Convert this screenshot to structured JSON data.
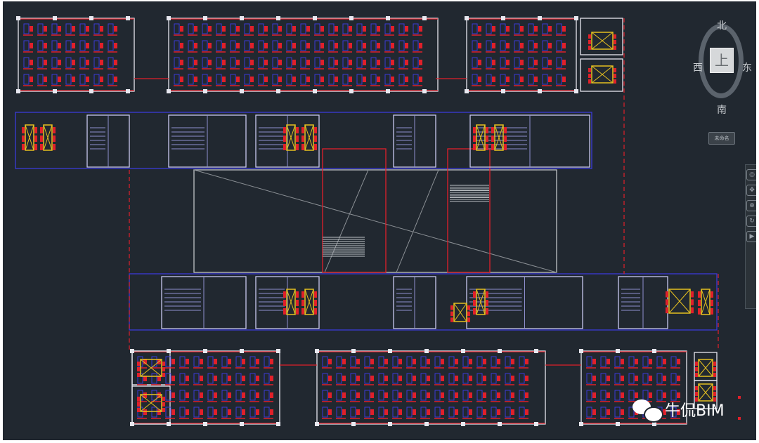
{
  "viewcube": {
    "north": "北",
    "south": "南",
    "west": "西",
    "east": "东",
    "face": "上",
    "wcs": "未命名"
  },
  "watermark": {
    "text": "牛侃BIM"
  },
  "navbar": {
    "icons": [
      "wheel-icon",
      "pan-icon",
      "zoom-icon",
      "orbit-icon",
      "showmotion-icon"
    ]
  },
  "colors": {
    "background": "#212830",
    "wall": "#e8e8f0",
    "red": "#e0202a",
    "blue": "#3a3ad8",
    "yellow": "#e6c020"
  }
}
